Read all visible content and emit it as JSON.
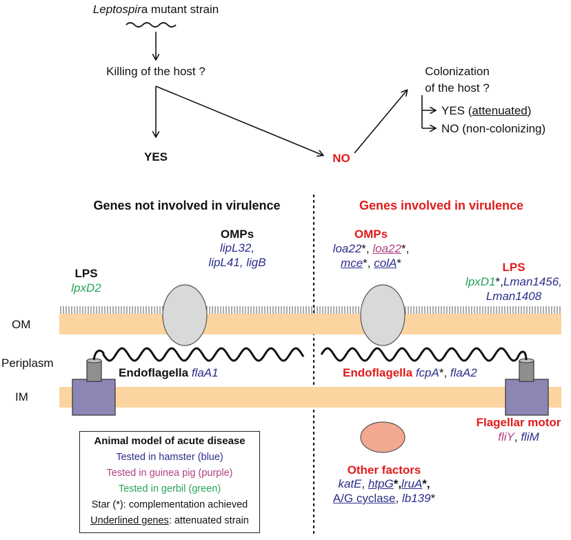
{
  "flowchart": {
    "start_genus": "Leptospir",
    "start_genus_suffix": "a",
    "start_rest": " mutant strain",
    "question1": "Killing of the host ?",
    "yes_label": "YES",
    "no_label": "NO",
    "question2_line1": "Colonization",
    "question2_line2": "of the host ?",
    "outcome_yes_prefix": "YES (",
    "outcome_yes_word": "attenuated",
    "outcome_yes_suffix": ")",
    "outcome_no": "NO (non-colonizing)"
  },
  "membrane": {
    "om_label": "OM",
    "periplasm_label": "Periplasm",
    "im_label": "IM"
  },
  "left_panel": {
    "heading": "Genes not involved in virulence",
    "omps_title": "OMPs",
    "omps_line1": "lipL32,",
    "omps_line2": "lipL41, ligB",
    "lps_title": "LPS",
    "lps_gene": "lpxD2",
    "endoflagella_title": "Endoflagella",
    "endoflagella_gene": "flaA1"
  },
  "right_panel": {
    "heading": "Genes involved in virulence",
    "omps_title": "OMPs",
    "omps_g1": "loa22",
    "omps_g1_mark": "*",
    "omps_sep1": ", ",
    "omps_g2": "loa22",
    "omps_g2_mark": "*,",
    "omps_g3": "mce",
    "omps_g3_mark": "*, ",
    "omps_g4": "colA",
    "omps_g4_mark": "*",
    "lps_title": "LPS",
    "lps_g1": "lpxD1",
    "lps_g1_mark": "*,",
    "lps_g2": "Lman1456,",
    "lps_g3": "Lman1408",
    "endoflagella_title": "Endoflagella",
    "endoflagella_g1": "fcpA",
    "endoflagella_g1_mark": "*, ",
    "endoflagella_g2": "flaA2",
    "motor_title": "Flagellar motor",
    "motor_g1": "fliY",
    "motor_sep": ", ",
    "motor_g2": "fliM",
    "other_title": "Other factors",
    "other_g1": "katE",
    "other_sep1": ", ",
    "other_g2": "htpG",
    "other_g2_mark": "*,",
    "other_g3": "lruA",
    "other_g3_mark": "*,",
    "other_g4": "A/G cyclase",
    "other_sep2": ", ",
    "other_g5": "lb139",
    "other_g5_mark": "*"
  },
  "legend": {
    "title": "Animal model of acute disease",
    "hamster": "Tested in hamster (blue)",
    "guinea_pig": "Tested in guinea pig (purple)",
    "gerbil": "Tested in gerbil (green)",
    "star": "Star (*): complementation achieved",
    "underlined_word": "Underlined genes",
    "underlined_rest": ": attenuated strain"
  },
  "colors": {
    "blue": "#2b2d8a",
    "purple": "#b0407f",
    "green": "#27a35a",
    "red": "#e01b1b",
    "membrane": "#fcd4a0",
    "omp": "#d9d9d9",
    "motor_base": "#8b86b3",
    "motor_cap": "#8f8f8f",
    "other_factor": "#f2a98f"
  }
}
